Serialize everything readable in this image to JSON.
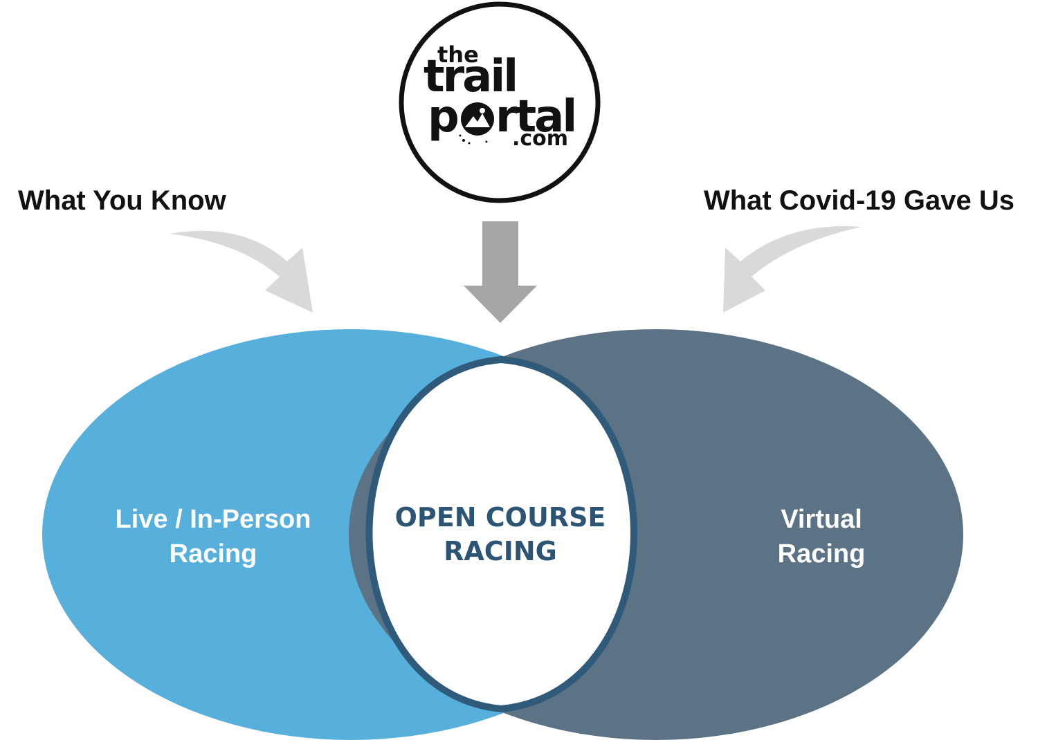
{
  "logo": {
    "line1": "the",
    "line2": "trail",
    "line3_start": "p",
    "line3_end": "rtal",
    "line4": ".com",
    "icon": "mountain-circle-icon"
  },
  "inputs": {
    "left_label": "What You Know",
    "right_label": "What Covid-19 Gave Us"
  },
  "venn": {
    "left_line1": "Live / In-Person",
    "left_line2": "Racing",
    "right_line1": "Virtual",
    "right_line2": "Racing",
    "center_line1": "OPEN COURSE",
    "center_line2": "RACING"
  },
  "colors": {
    "left_ellipse": "#57afdc",
    "right_ellipse": "#5b7384",
    "center_fill": "#ffffff",
    "center_stroke": "#2f5a7a",
    "center_text": "#2c5473",
    "light_arrow": "#d9d9d9",
    "dark_arrow": "#a6a6a6",
    "logo_ring": "#111111"
  }
}
